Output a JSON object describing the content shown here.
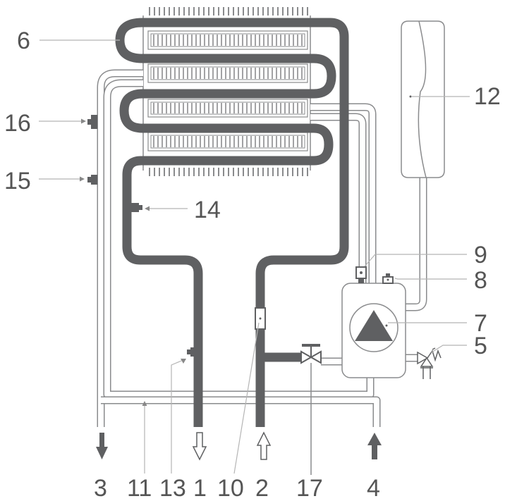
{
  "labels": {
    "l1": "1",
    "l2": "2",
    "l3": "3",
    "l4": "4",
    "l5": "5",
    "l6": "6",
    "l7": "7",
    "l8": "8",
    "l9": "9",
    "l10": "10",
    "l11": "11",
    "l12": "12",
    "l13": "13",
    "l14": "14",
    "l15": "15",
    "l16": "16",
    "l17": "17"
  },
  "colors": {
    "pipe": "#5f6062",
    "outline": "#8a8b8d",
    "label": "#555555"
  }
}
